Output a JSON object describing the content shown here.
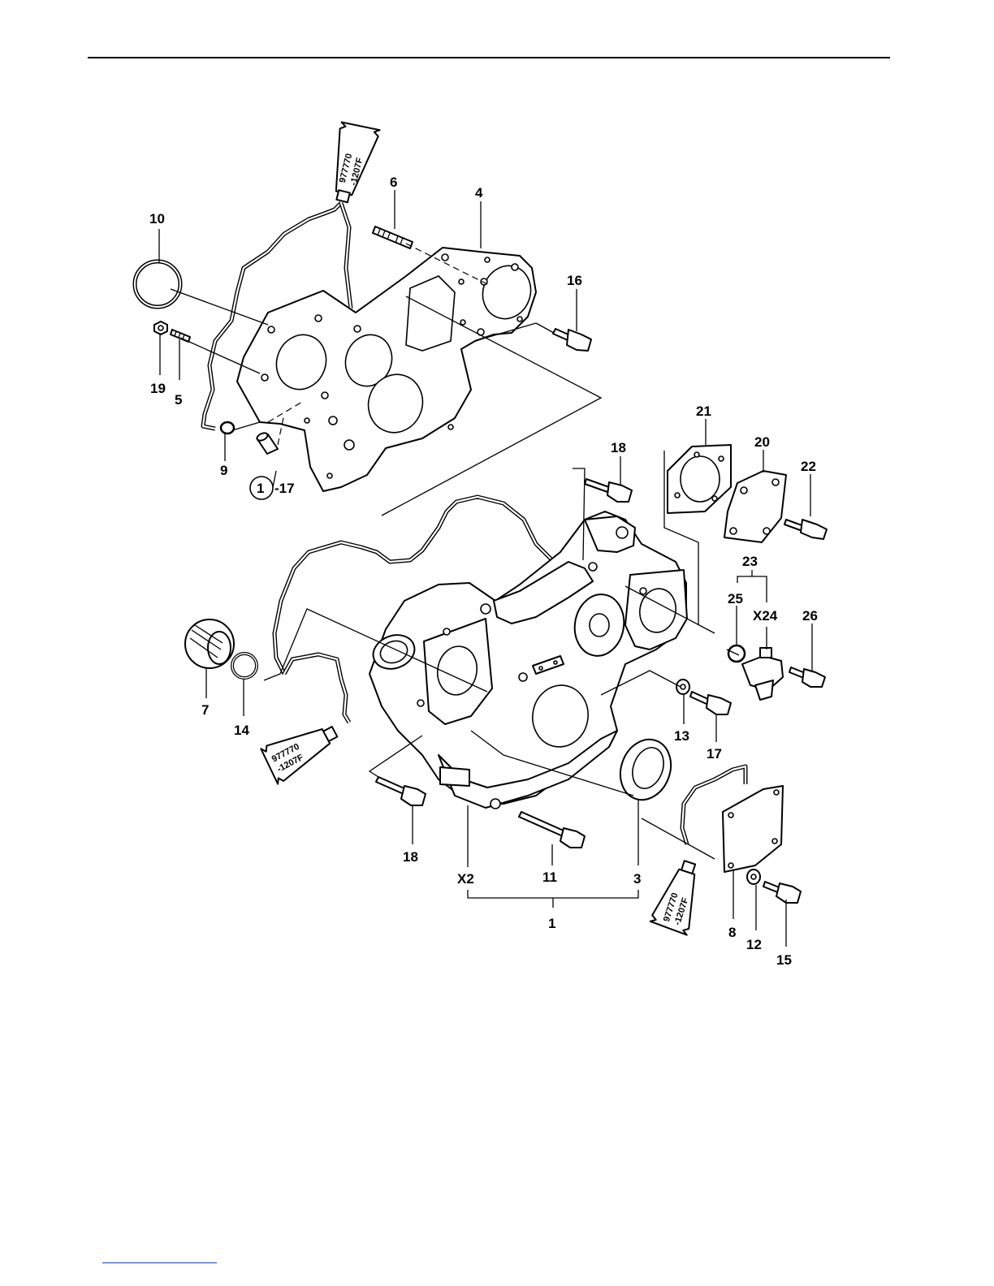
{
  "callouts": {
    "c1": "1",
    "c3": "3",
    "c4": "4",
    "c5": "5",
    "c6": "6",
    "c7": "7",
    "c8": "8",
    "c9": "9",
    "c10": "10",
    "c11": "11",
    "c12": "12",
    "c13": "13",
    "c14": "14",
    "c15": "15",
    "c16": "16",
    "c17": "17",
    "c18a": "18",
    "c18b": "18",
    "c19": "19",
    "c20": "20",
    "c21": "21",
    "c22": "22",
    "c23": "23",
    "c25": "25",
    "c26": "26",
    "cX2": "X2",
    "cX24": "X24"
  },
  "ref": {
    "circled": "1",
    "suffix": "-17"
  },
  "sealant": {
    "line1": "977770",
    "line2": "-1207F"
  },
  "colors": {
    "ink": "#000000",
    "link": "#1a3fa8"
  }
}
